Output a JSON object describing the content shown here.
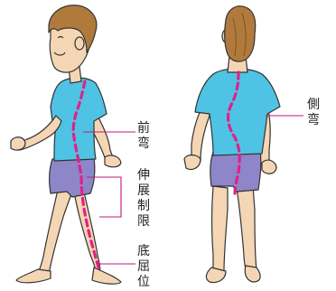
{
  "labels": {
    "forward_curve": [
      "前",
      "弯"
    ],
    "extension_limit": [
      "伸",
      "展",
      "制",
      "限"
    ],
    "dorsiflexion": [
      "底",
      "屈",
      "位"
    ],
    "lateral_curve": [
      "側",
      "弯"
    ]
  },
  "colors": {
    "shirt": "#4fc3e4",
    "shorts": "#8e86c9",
    "skin": "#f5d6b4",
    "hair": "#b07a3c",
    "spine_line": "#e0218a",
    "leader_line": "#c0187a"
  }
}
